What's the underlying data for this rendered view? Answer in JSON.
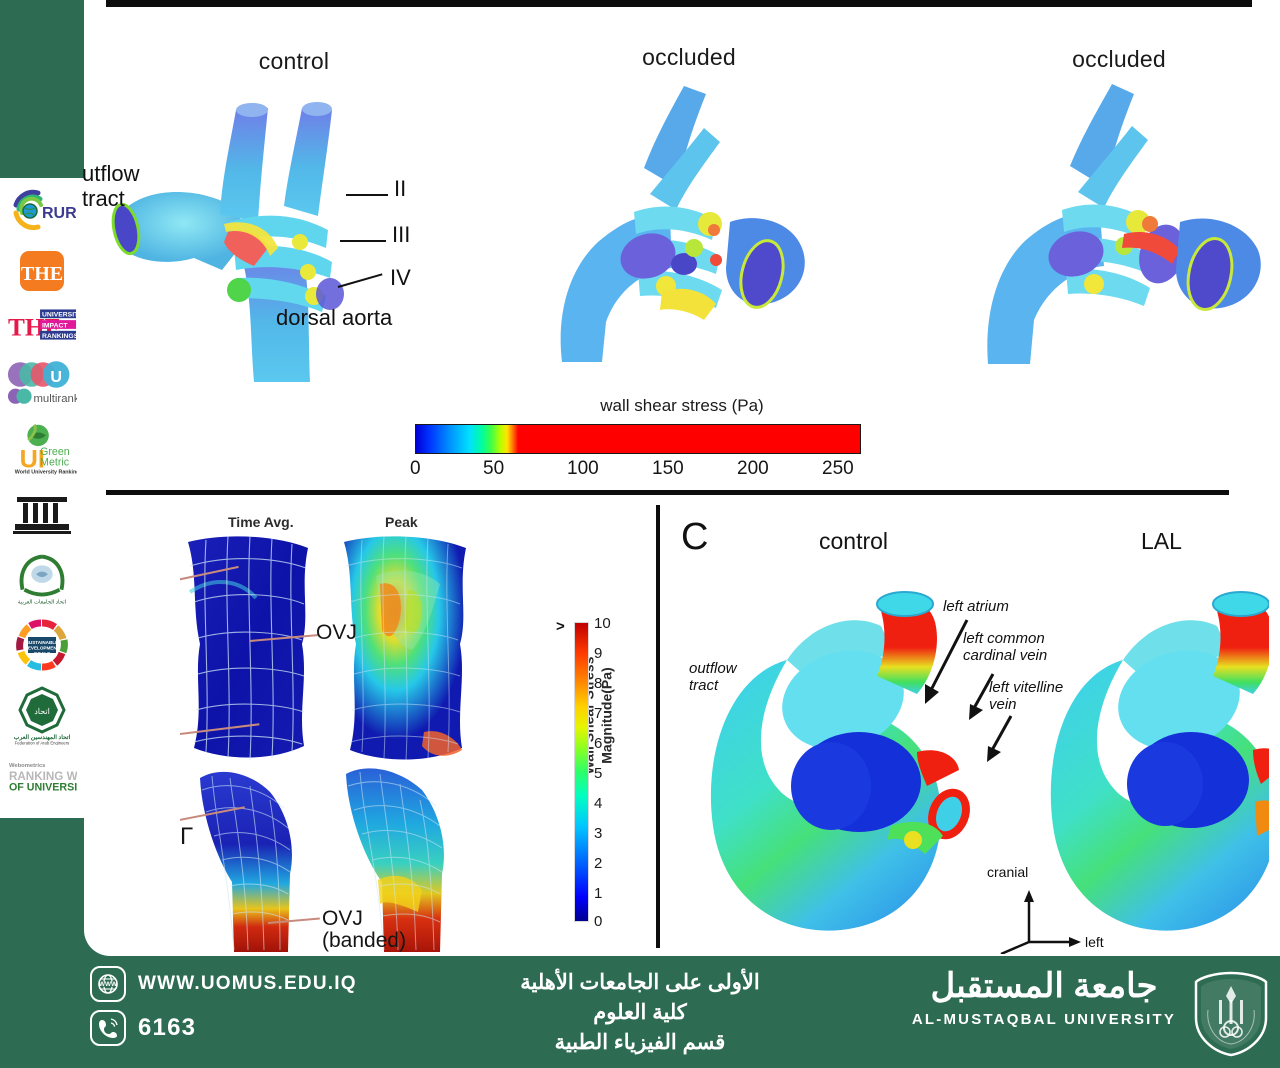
{
  "slide": {
    "background_color": "#2d6b52",
    "card_color": "#ffffff"
  },
  "top_panels": [
    {
      "title": "control",
      "labels": {
        "outflow": "utflow\ntract",
        "ii": "II",
        "iii": "III",
        "iv": "IV",
        "dorsal": "dorsal aorta"
      }
    },
    {
      "title": "occluded",
      "labels": {}
    },
    {
      "title": "occluded",
      "labels": {}
    }
  ],
  "colorbar_h": {
    "title": "wall shear stress (Pa)",
    "ticks": [
      "0",
      "50",
      "100",
      "150",
      "200",
      "250"
    ],
    "min": 0,
    "max": 250,
    "unit": "Pa"
  },
  "bottom_left": {
    "col_headers": [
      "Time Avg.",
      "Peak"
    ],
    "annotations": [
      "OVJ",
      "OVJ\n(banded)"
    ],
    "partial_label": "Γ"
  },
  "colorbar_v": {
    "axis_title": "Wall Shear Stress\nMagnitude(Pa)",
    "gt_marker": ">",
    "ticks": [
      "10",
      "9",
      "8",
      "7",
      "6",
      "5",
      "4",
      "3",
      "2",
      "1",
      "0"
    ],
    "min": 0,
    "max": 10,
    "unit": "Pa"
  },
  "panel_c": {
    "letter": "C",
    "titles": [
      "control",
      "LAL"
    ],
    "annotations": [
      "outflow\ntract",
      "left atrium",
      "left common\ncardinal vein",
      "left vitelline\nvein"
    ],
    "axes": {
      "up": "cranial",
      "right": "left"
    }
  },
  "sidebar": {
    "logos": [
      {
        "name": "rur-ranking-logo",
        "text": "RUR"
      },
      {
        "name": "times-higher-education-logo",
        "text": "THE"
      },
      {
        "name": "the-impact-rankings-logo",
        "text": "THE UNIVERSITY IMPACT RANKINGS"
      },
      {
        "name": "u-multirank-logo",
        "text": "multirank"
      },
      {
        "name": "ui-greenmetric-logo",
        "text": "UI Green Metric  World University Rankings"
      },
      {
        "name": "qs-ranking-logo",
        "text": ""
      },
      {
        "name": "association-of-arab-universities-logo",
        "text": "اتحاد الجامعات العربية"
      },
      {
        "name": "sdg-sustainable-development-goals-logo",
        "text": "SUSTAINABLE DEVELOPMENT GOALS"
      },
      {
        "name": "federation-of-arab-engineers-logo",
        "text": "Federation of Arab Engineers"
      },
      {
        "name": "webometrics-ranking-web-logo",
        "text": "Webometrics RANKING WEB OF UNIVERSITIES"
      }
    ]
  },
  "footer": {
    "website": "WWW.UOMUS.EDU.IQ",
    "phone": "6163",
    "website_icon": "globe-www-icon",
    "phone_icon": "phone-icon",
    "arabic_lines": [
      "الأولى على الجامعات الأهلية",
      "كلية العلوم",
      "قسم الفيزياء الطبية"
    ],
    "brand_ar": "جامعة المستقبل",
    "brand_en": "AL-MUSTAQBAL  UNIVERSITY"
  },
  "chart_data": {
    "type": "heatmap",
    "title": "wall shear stress (Pa)",
    "description": "Colour-mapped 3D CFD surface renderings of embryonic cardiovascular geometry showing wall shear stress magnitude.",
    "panels": [
      {
        "label": "control",
        "group": "top",
        "colorbar": "horizontal"
      },
      {
        "label": "occluded",
        "group": "top",
        "colorbar": "horizontal"
      },
      {
        "label": "occluded",
        "group": "top",
        "colorbar": "horizontal"
      },
      {
        "label": "Time Avg.",
        "group": "bottom-left",
        "colorbar": "vertical"
      },
      {
        "label": "Peak",
        "group": "bottom-left",
        "colorbar": "vertical"
      },
      {
        "label": "control",
        "group": "panel-C",
        "colorbar": "vertical"
      },
      {
        "label": "LAL",
        "group": "panel-C",
        "colorbar": "vertical"
      }
    ],
    "colorbars": [
      {
        "orientation": "horizontal",
        "label": "wall shear stress (Pa)",
        "ticks": [
          0,
          50,
          100,
          150,
          200,
          250
        ],
        "range": [
          0,
          250
        ]
      },
      {
        "orientation": "vertical",
        "label": "Wall Shear Stress Magnitude(Pa)",
        "ticks": [
          0,
          1,
          2,
          3,
          4,
          5,
          6,
          7,
          8,
          9,
          10
        ],
        "range": [
          0,
          10
        ],
        "over_marker": ">"
      }
    ],
    "colormap": "jet",
    "xlabel": "",
    "ylabel": ""
  }
}
